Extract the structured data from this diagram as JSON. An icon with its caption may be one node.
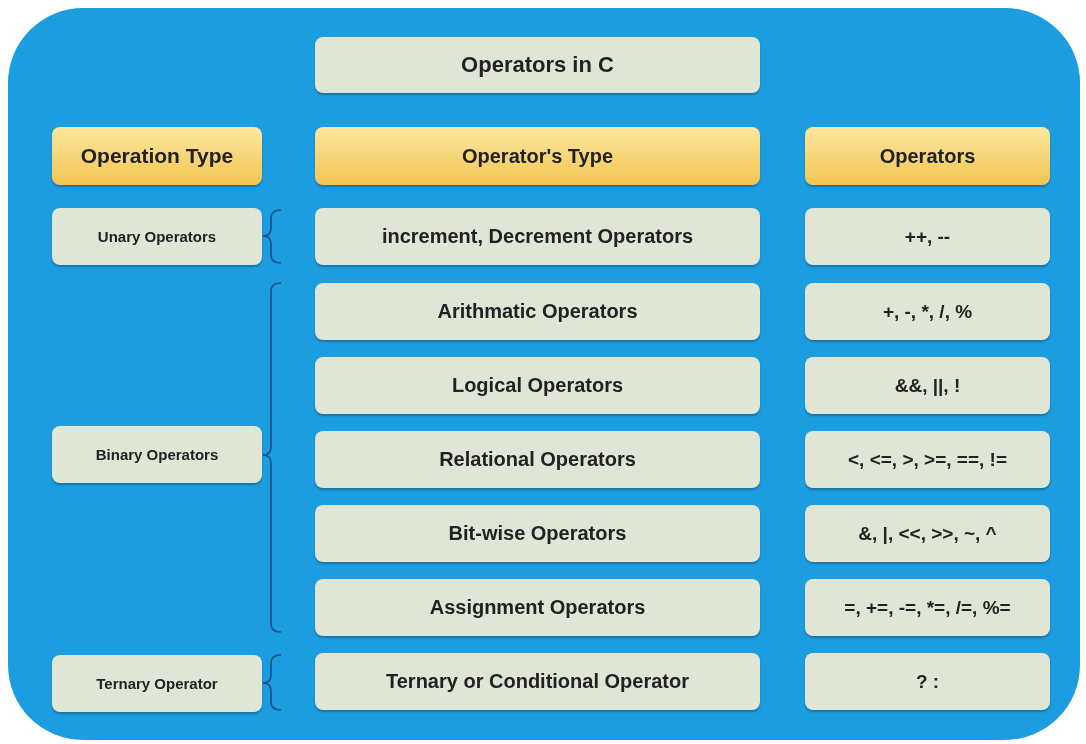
{
  "diagram": {
    "nodes": [
      {
        "text": [
          "Operators in C"
        ]
      },
      {
        "text": [
          "Operation Type"
        ]
      },
      {
        "text": [
          "Operator's Type"
        ]
      },
      {
        "text": [
          "Operators"
        ]
      },
      {
        "text": [
          "Unary Operators"
        ]
      },
      {
        "text": [
          "increment, Decrement Operators"
        ]
      },
      {
        "text": [
          "++, --"
        ]
      },
      {
        "text": [
          "Binary Operators"
        ]
      },
      {
        "text": [
          "Arithmatic Operators"
        ]
      },
      {
        "text": [
          "+, -, *, /, %"
        ]
      },
      {
        "text": [
          "Logical Operators"
        ]
      },
      {
        "text": [
          "&&, ||, !"
        ]
      },
      {
        "text": [
          "Relational Operators"
        ]
      },
      {
        "text": [
          "<, <=, >, >=, ==, !="
        ]
      },
      {
        "text": [
          "Bit-wise Operators"
        ]
      },
      {
        "text": [
          "&, |, <<, >>, ~, ^"
        ]
      },
      {
        "text": [
          "Assignment Operators"
        ]
      },
      {
        "text": [
          "=, +=, -=, *=, /=, %="
        ]
      },
      {
        "text": [
          "Ternary Operator"
        ]
      },
      {
        "text": [
          "Ternary or Conditional Operator"
        ]
      },
      {
        "text": [
          "? :"
        ]
      }
    ]
  }
}
